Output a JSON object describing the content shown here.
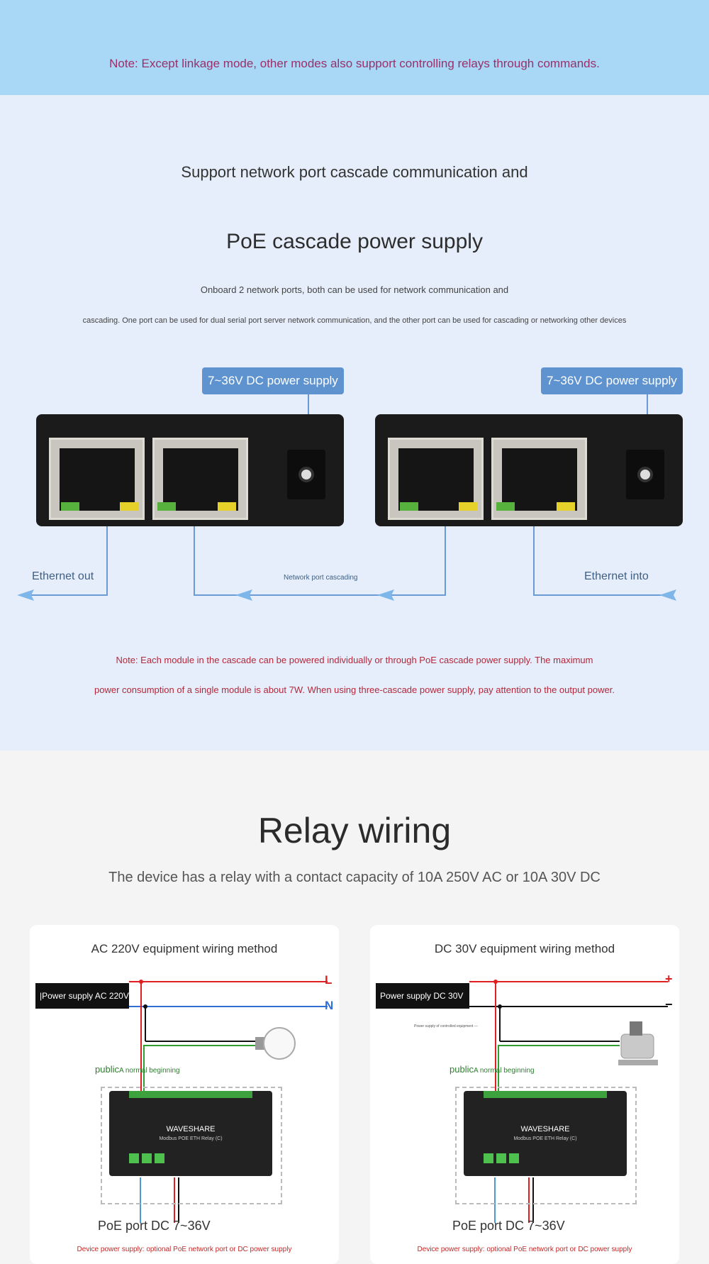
{
  "top_note": "Note: Except linkage mode, other modes also support controlling relays through commands.",
  "cascade": {
    "title_line1": "Support network port cascade communication and",
    "title_line2": "PoE cascade power supply",
    "desc_line1": "Onboard 2 network ports, both can be used for network communication and",
    "desc_line2": "cascading. One port can be used for dual serial port server network communication, and the other port can be used for cascading or networking other devices",
    "power_left": "7~36V DC power supply",
    "power_right": "7~36V DC power supply",
    "ethernet_out": "Ethernet out",
    "network_cascading": "Network port cascading",
    "ethernet_into": "Ethernet into",
    "note_line1": "Note: Each module in the cascade can be powered individually or through PoE cascade power supply. The maximum",
    "note_line2": "power consumption of a single module is about 7W. When using three-cascade power supply, pay attention to the output power."
  },
  "relay": {
    "title": "Relay wiring",
    "subtitle": "The device has a relay with a contact capacity of 10A 250V AC or 10A 30V DC",
    "ac": {
      "title": "AC 220V equipment wiring method",
      "supply": "|Power supply AC 220V",
      "l": "L",
      "n": "N",
      "public": "public",
      "normal": "A normal beginning",
      "poe": "PoE port DC 7~36V",
      "device_power": "Device power supply: optional PoE network port or DC power supply",
      "brand": "WAVESHARE",
      "model": "Modbus POE ETH Relay (C)"
    },
    "dc": {
      "title": "DC 30V equipment wiring method",
      "supply": "Power supply DC 30V",
      "plus": "+",
      "minus": "−",
      "controlled": "Power supply of controlled equipment —",
      "public": "public",
      "normal": "A normal beginning",
      "poe": "PoE port DC 7~36V",
      "device_power": "Device power supply: optional PoE network port or DC power supply",
      "brand": "WAVESHARE",
      "model": "Modbus POE ETH Relay (C)"
    }
  },
  "colors": {
    "accent": "#5f93cf",
    "note": "#b3283b",
    "live": "#e02020",
    "neutral": "#2f6fd6",
    "ground": "#2fa02f"
  }
}
